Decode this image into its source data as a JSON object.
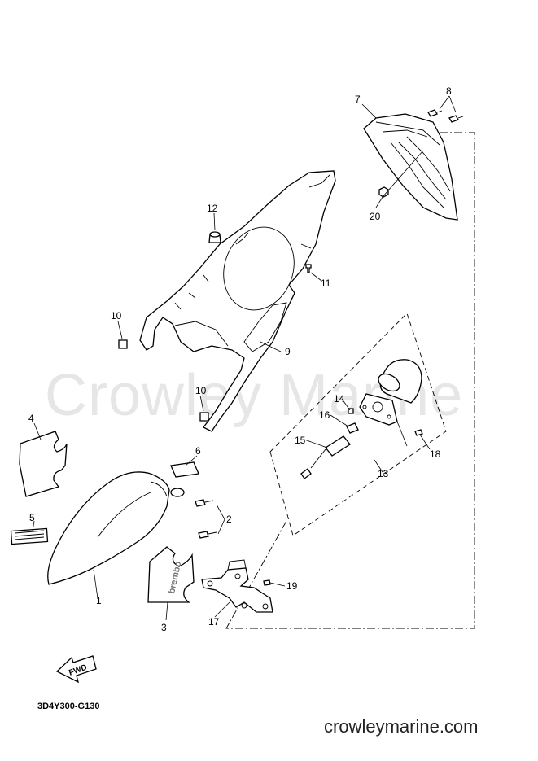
{
  "diagram": {
    "watermark": "Crowley Marine",
    "drawing_code": "3D4Y300-G130",
    "site": "crowleymarine.com",
    "fwd_label": "FWD",
    "decal_text": "brembo",
    "callouts": [
      "1",
      "2",
      "3",
      "4",
      "5",
      "6",
      "7",
      "8",
      "9",
      "10",
      "10",
      "11",
      "12",
      "13",
      "14",
      "15",
      "16",
      "17",
      "18",
      "19",
      "20"
    ]
  }
}
